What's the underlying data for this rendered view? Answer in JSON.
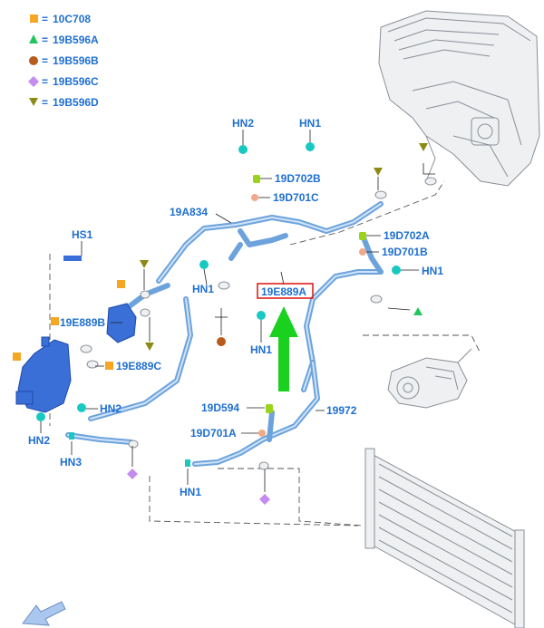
{
  "legend": [
    {
      "code": "10C708",
      "shape": "square",
      "color": "#f5a623"
    },
    {
      "code": "19B596A",
      "shape": "triangle-up",
      "color": "#22c55e"
    },
    {
      "code": "19B596B",
      "shape": "circle",
      "color": "#b85c1e"
    },
    {
      "code": "19B596C",
      "shape": "diamond",
      "color": "#c48cf0"
    },
    {
      "code": "19B596D",
      "shape": "triangle-down",
      "color": "#8a8a14"
    }
  ],
  "legend_separator": "=",
  "callouts": {
    "hn2_top": "HN2",
    "hn1_top": "HN1",
    "d702b": "19D702B",
    "d701c": "19D701C",
    "a834": "19A834",
    "hs1": "HS1",
    "hn1_mid_left": "HN1",
    "e889a": "19E889A",
    "d702a": "19D702A",
    "d701b": "19D701B",
    "hn1_right": "HN1",
    "e889b": "19E889B",
    "hn1_center": "HN1",
    "e889c": "19E889C",
    "hn2_mid": "HN2",
    "d594": "19D594",
    "r972": "19972",
    "hn2_left": "HN2",
    "d701a": "19D701A",
    "hn3": "HN3",
    "hn1_bottom": "HN1"
  },
  "colors": {
    "label_blue": "#1f6fd1",
    "hose_blue": "#6da3dc",
    "highlight_red": "#e0201b",
    "arrow_green": "#19d11e",
    "fitting_cyan": "#18c9c2",
    "valve_green": "#9bd21c",
    "sensor_salmon": "#f2a98a"
  },
  "icons": {
    "arrow": "green-up-arrow-icon",
    "view": "view-direction-arrow-icon"
  }
}
